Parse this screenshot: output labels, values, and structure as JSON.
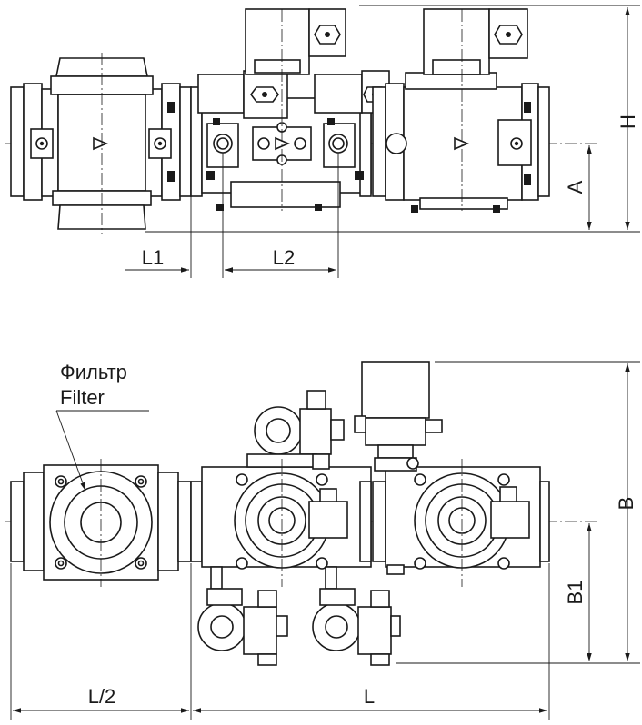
{
  "labels": {
    "filter_ru": "Фильтр",
    "filter_en": "Filter"
  },
  "dimensions": {
    "H": "H",
    "A": "A",
    "L1": "L1",
    "L2": "L2",
    "B": "B",
    "B1": "B1",
    "L_half": "L/2",
    "L": "L"
  },
  "colors": {
    "line": "#1a1a1a",
    "background": "#ffffff"
  }
}
